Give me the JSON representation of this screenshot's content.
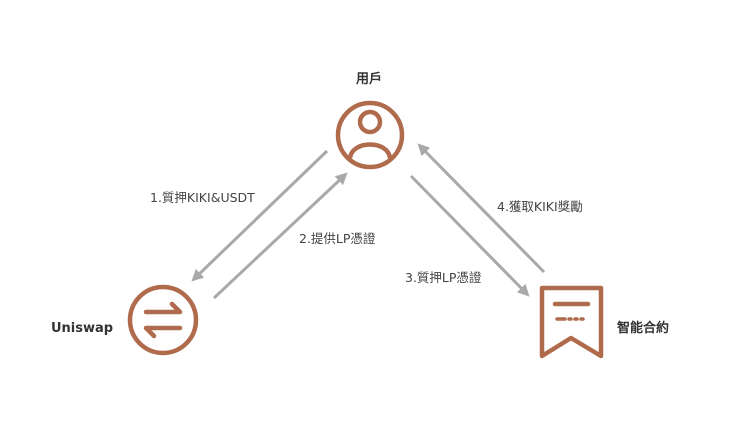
{
  "colors": {
    "icon": "#B06A4C",
    "arrow": "#A9A9A9",
    "text": "#333333",
    "background": "#FFFFFF"
  },
  "nodes": {
    "user": {
      "label": "用戶",
      "icon": "user-icon"
    },
    "uniswap": {
      "label": "Uniswap",
      "icon": "swap-arrows-icon"
    },
    "contract": {
      "label": "智能合約",
      "icon": "contract-bookmark-icon"
    }
  },
  "edges": [
    {
      "label": "1.質押KIKI&USDT",
      "from": "user",
      "to": "uniswap"
    },
    {
      "label": "2.提供LP憑證",
      "from": "uniswap",
      "to": "user"
    },
    {
      "label": "3.質押LP憑證",
      "from": "user",
      "to": "contract"
    },
    {
      "label": "4.獲取KIKI獎勵",
      "from": "contract",
      "to": "user"
    }
  ]
}
